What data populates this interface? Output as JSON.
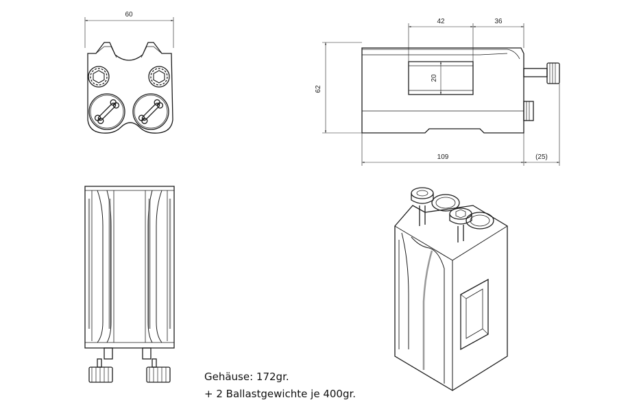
{
  "dimensions": {
    "top_width": "60",
    "side_dim_42": "42",
    "side_dim_36": "36",
    "side_dim_20": "20",
    "side_height": "62",
    "side_length": "109",
    "side_knob": "(25)"
  },
  "notes": {
    "weight_line1": "Gehäuse: 172gr.",
    "weight_line2": "+ 2 Ballastgewichte je 400gr."
  },
  "colors": {
    "line": "#1a1a1a",
    "fill": "#ffffff",
    "shade": "#555555"
  }
}
